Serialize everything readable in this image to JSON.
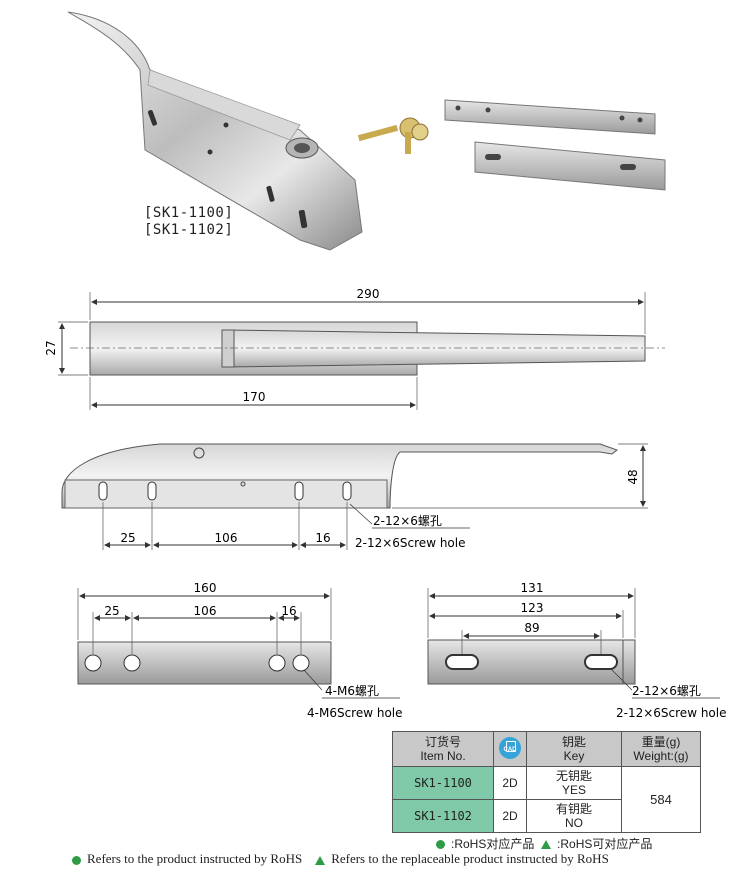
{
  "models": [
    "[SK1-1100]",
    "[SK1-1102]"
  ],
  "top_view": {
    "overall_length": "290",
    "width": "27",
    "base_length": "170"
  },
  "side_view": {
    "height": "48",
    "spacings": [
      "25",
      "106",
      "16"
    ],
    "hole_cn": "2-12×6螺孔",
    "hole_en": "2-12×6Screw hole"
  },
  "plate_left": {
    "length": "160",
    "spacings": [
      "25",
      "106",
      "16"
    ],
    "hole_cn": "4-M6螺孔",
    "hole_en": "4-M6Screw hole"
  },
  "plate_right": {
    "length": "131",
    "inner": "123",
    "slot_distance": "89",
    "hole_cn": "2-12×6螺孔",
    "hole_en": "2-12×6Screw hole"
  },
  "table": {
    "headers": [
      {
        "cn": "订货号",
        "en": "Item No."
      },
      {
        "icon": "cad-icon",
        "label": "CAD"
      },
      {
        "cn": "钥匙",
        "en": "Key"
      },
      {
        "cn": "重量(g)",
        "en": "Weight:(g)"
      }
    ],
    "rows": [
      {
        "item": "SK1-1100",
        "cad": "2D",
        "key_cn": "无钥匙",
        "key_en": "YES"
      },
      {
        "item": "SK1-1102",
        "cad": "2D",
        "key_cn": "有钥匙",
        "key_en": "NO"
      }
    ],
    "weight": "584"
  },
  "rohs_legend": {
    "circle": ":RoHS对应产品",
    "triangle": ":RoHS可对应产品"
  },
  "footer": {
    "circle_text": "Refers to the product instructed by RoHS",
    "triangle_text": "Refers to the replaceable product instructed by RoHS"
  },
  "colors": {
    "code_cell": "#7fc9a8",
    "header_cell": "#c8c8c8",
    "rohs_green": "#2e9b45",
    "cad_blue": "#36a3d9"
  }
}
